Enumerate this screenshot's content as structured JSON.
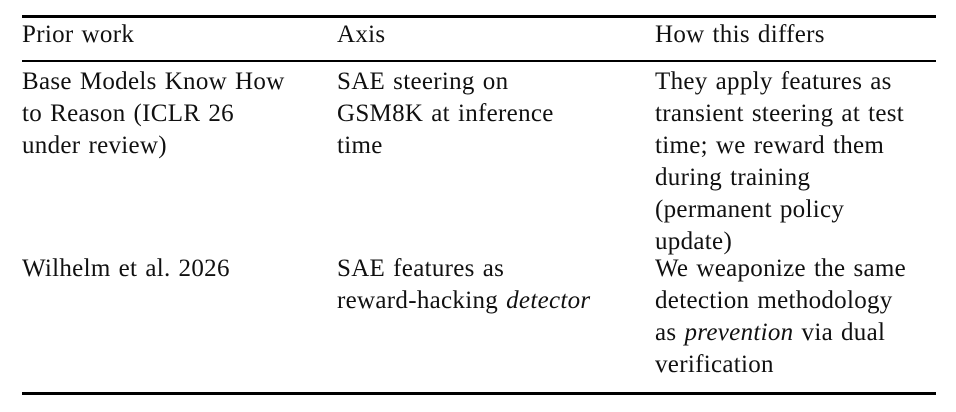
{
  "page": {
    "background_color": "#ffffff",
    "text_color": "#101010",
    "rule_color": "#000000"
  },
  "table": {
    "columns": [
      {
        "id": "prior-work",
        "label": "Prior work"
      },
      {
        "id": "axis",
        "label": "Axis"
      },
      {
        "id": "how-this-differs",
        "label": "How this differs"
      }
    ],
    "rows": [
      {
        "cells": [
          {
            "column": "prior-work",
            "lines": [
              [
                {
                  "t": "Base Models Know How"
                }
              ],
              [
                {
                  "t": "to Reason (ICLR 26"
                }
              ],
              [
                {
                  "t": "under review)"
                }
              ]
            ]
          },
          {
            "column": "axis",
            "lines": [
              [
                {
                  "t": "SAE steering on"
                }
              ],
              [
                {
                  "t": "GSM8K at inference"
                }
              ],
              [
                {
                  "t": "time"
                }
              ]
            ]
          },
          {
            "column": "how-this-differs",
            "lines": [
              [
                {
                  "t": "They apply features as"
                }
              ],
              [
                {
                  "t": "transient steering at test"
                }
              ],
              [
                {
                  "t": "time; we reward them"
                }
              ],
              [
                {
                  "t": "during training"
                }
              ],
              [
                {
                  "t": "(permanent policy"
                }
              ],
              [
                {
                  "t": "update)"
                }
              ]
            ]
          }
        ]
      },
      {
        "cells": [
          {
            "column": "prior-work",
            "lines": [
              [
                {
                  "t": "Wilhelm et al. 2026"
                }
              ]
            ]
          },
          {
            "column": "axis",
            "lines": [
              [
                {
                  "t": "SAE features as"
                }
              ],
              [
                {
                  "t": "reward-hacking "
                },
                {
                  "t": "detector",
                  "i": true
                }
              ]
            ]
          },
          {
            "column": "how-this-differs",
            "lines": [
              [
                {
                  "t": "We weaponize the same"
                }
              ],
              [
                {
                  "t": "detection methodology"
                }
              ],
              [
                {
                  "t": "as "
                },
                {
                  "t": "prevention",
                  "i": true
                },
                {
                  "t": " via dual"
                }
              ],
              [
                {
                  "t": "verification"
                }
              ]
            ]
          }
        ]
      }
    ]
  }
}
